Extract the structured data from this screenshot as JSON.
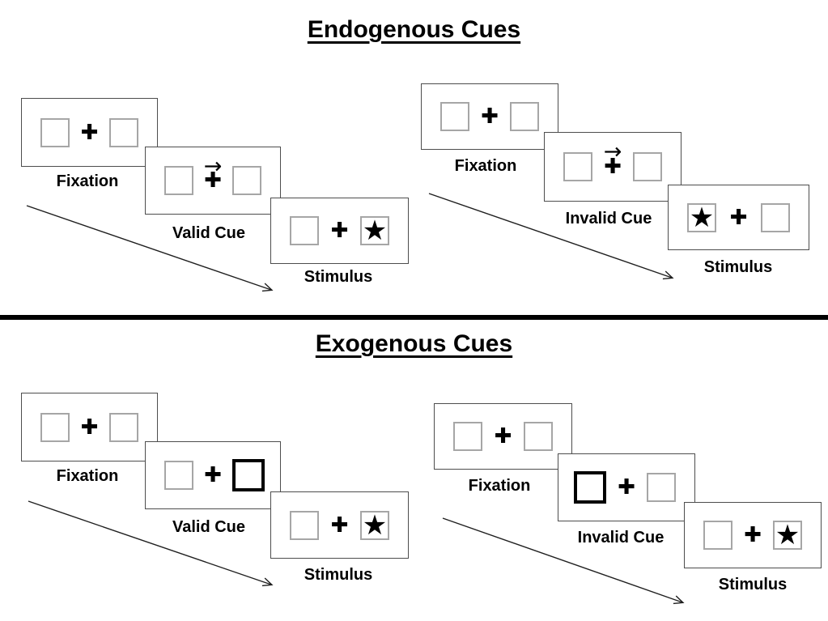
{
  "titles": {
    "endogenous": "Endogenous Cues",
    "exogenous": "Exogenous Cues"
  },
  "symbols": {
    "plus": "✚",
    "star": "★",
    "cue_arrow": "→"
  },
  "colors": {
    "background": "#ffffff",
    "text": "#000000",
    "panel_border": "#4d4d4d",
    "box_border": "#a6a6a6",
    "cue_box_border": "#000000",
    "divider": "#000000",
    "arrow": "#1f1f1f"
  },
  "groups": [
    {
      "name": "endogenous-valid",
      "cue_type": "central-arrow",
      "cue_direction": "right",
      "target_side": "right",
      "panels": [
        {
          "label": "Fixation"
        },
        {
          "label": "Valid Cue"
        },
        {
          "label": "Stimulus"
        }
      ]
    },
    {
      "name": "endogenous-invalid",
      "cue_type": "central-arrow",
      "cue_direction": "right",
      "target_side": "left",
      "panels": [
        {
          "label": "Fixation"
        },
        {
          "label": "Invalid Cue"
        },
        {
          "label": "Stimulus"
        }
      ]
    },
    {
      "name": "exogenous-valid",
      "cue_type": "peripheral-box-highlight",
      "cue_side": "right",
      "target_side": "right",
      "panels": [
        {
          "label": "Fixation"
        },
        {
          "label": "Valid Cue"
        },
        {
          "label": "Stimulus"
        }
      ]
    },
    {
      "name": "exogenous-invalid",
      "cue_type": "peripheral-box-highlight",
      "cue_side": "left",
      "target_side": "right",
      "panels": [
        {
          "label": "Fixation"
        },
        {
          "label": "Invalid Cue"
        },
        {
          "label": "Stimulus"
        }
      ]
    }
  ]
}
